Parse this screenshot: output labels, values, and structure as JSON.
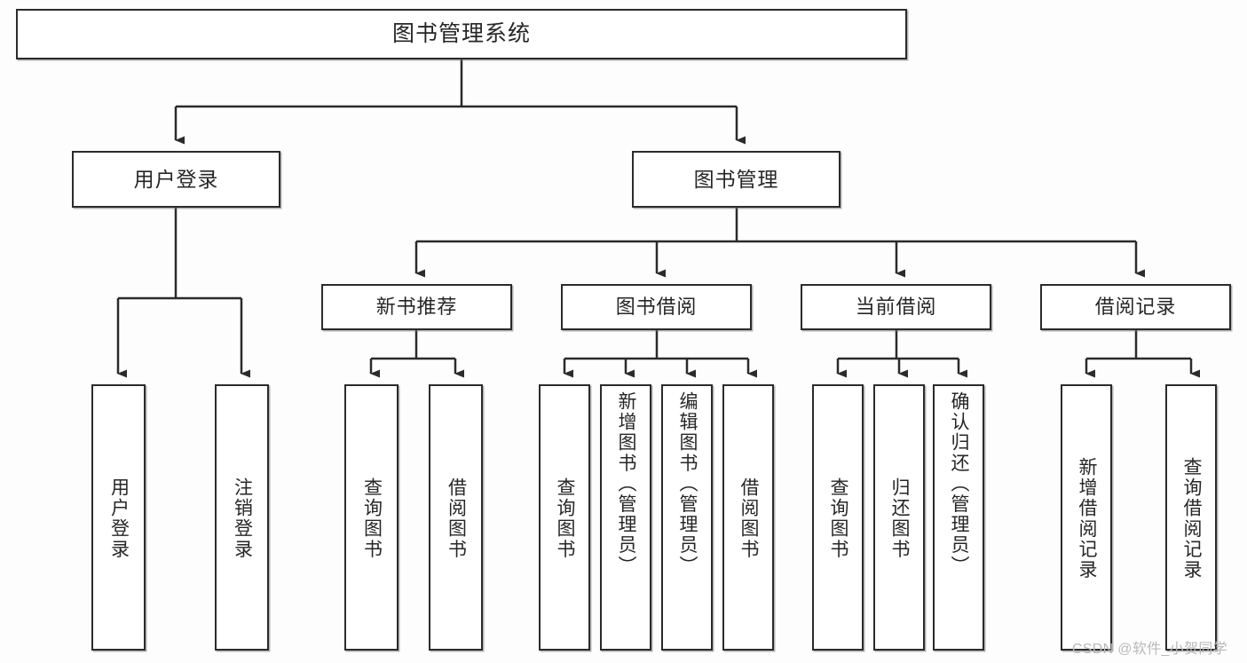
{
  "diagram": {
    "title": "图书管理系统",
    "type": "tree-hierarchy-chart",
    "watermark": "CSDN @软件_小贺同学",
    "stroke_color": "#2b2b2b",
    "fill_color": "#ffffff",
    "background_color": "#fdfdfd",
    "root": {
      "label": "图书管理系统",
      "children": [
        {
          "label": "用户登录",
          "children": [
            {
              "label": "用户登录"
            },
            {
              "label": "注销登录"
            }
          ]
        },
        {
          "label": "图书管理",
          "children": [
            {
              "label": "新书推荐",
              "children": [
                {
                  "label": "查询图书"
                },
                {
                  "label": "借阅图书"
                }
              ]
            },
            {
              "label": "图书借阅",
              "children": [
                {
                  "label": "查询图书"
                },
                {
                  "label": "新增图书（管理员）"
                },
                {
                  "label": "编辑图书（管理员）"
                },
                {
                  "label": "借阅图书"
                }
              ]
            },
            {
              "label": "当前借阅",
              "children": [
                {
                  "label": "查询图书"
                },
                {
                  "label": "归还图书"
                },
                {
                  "label": "确认归还（管理员）"
                }
              ]
            },
            {
              "label": "借阅记录",
              "children": [
                {
                  "label": "新增借阅记录"
                },
                {
                  "label": "查询借阅记录"
                }
              ]
            }
          ]
        }
      ]
    }
  }
}
